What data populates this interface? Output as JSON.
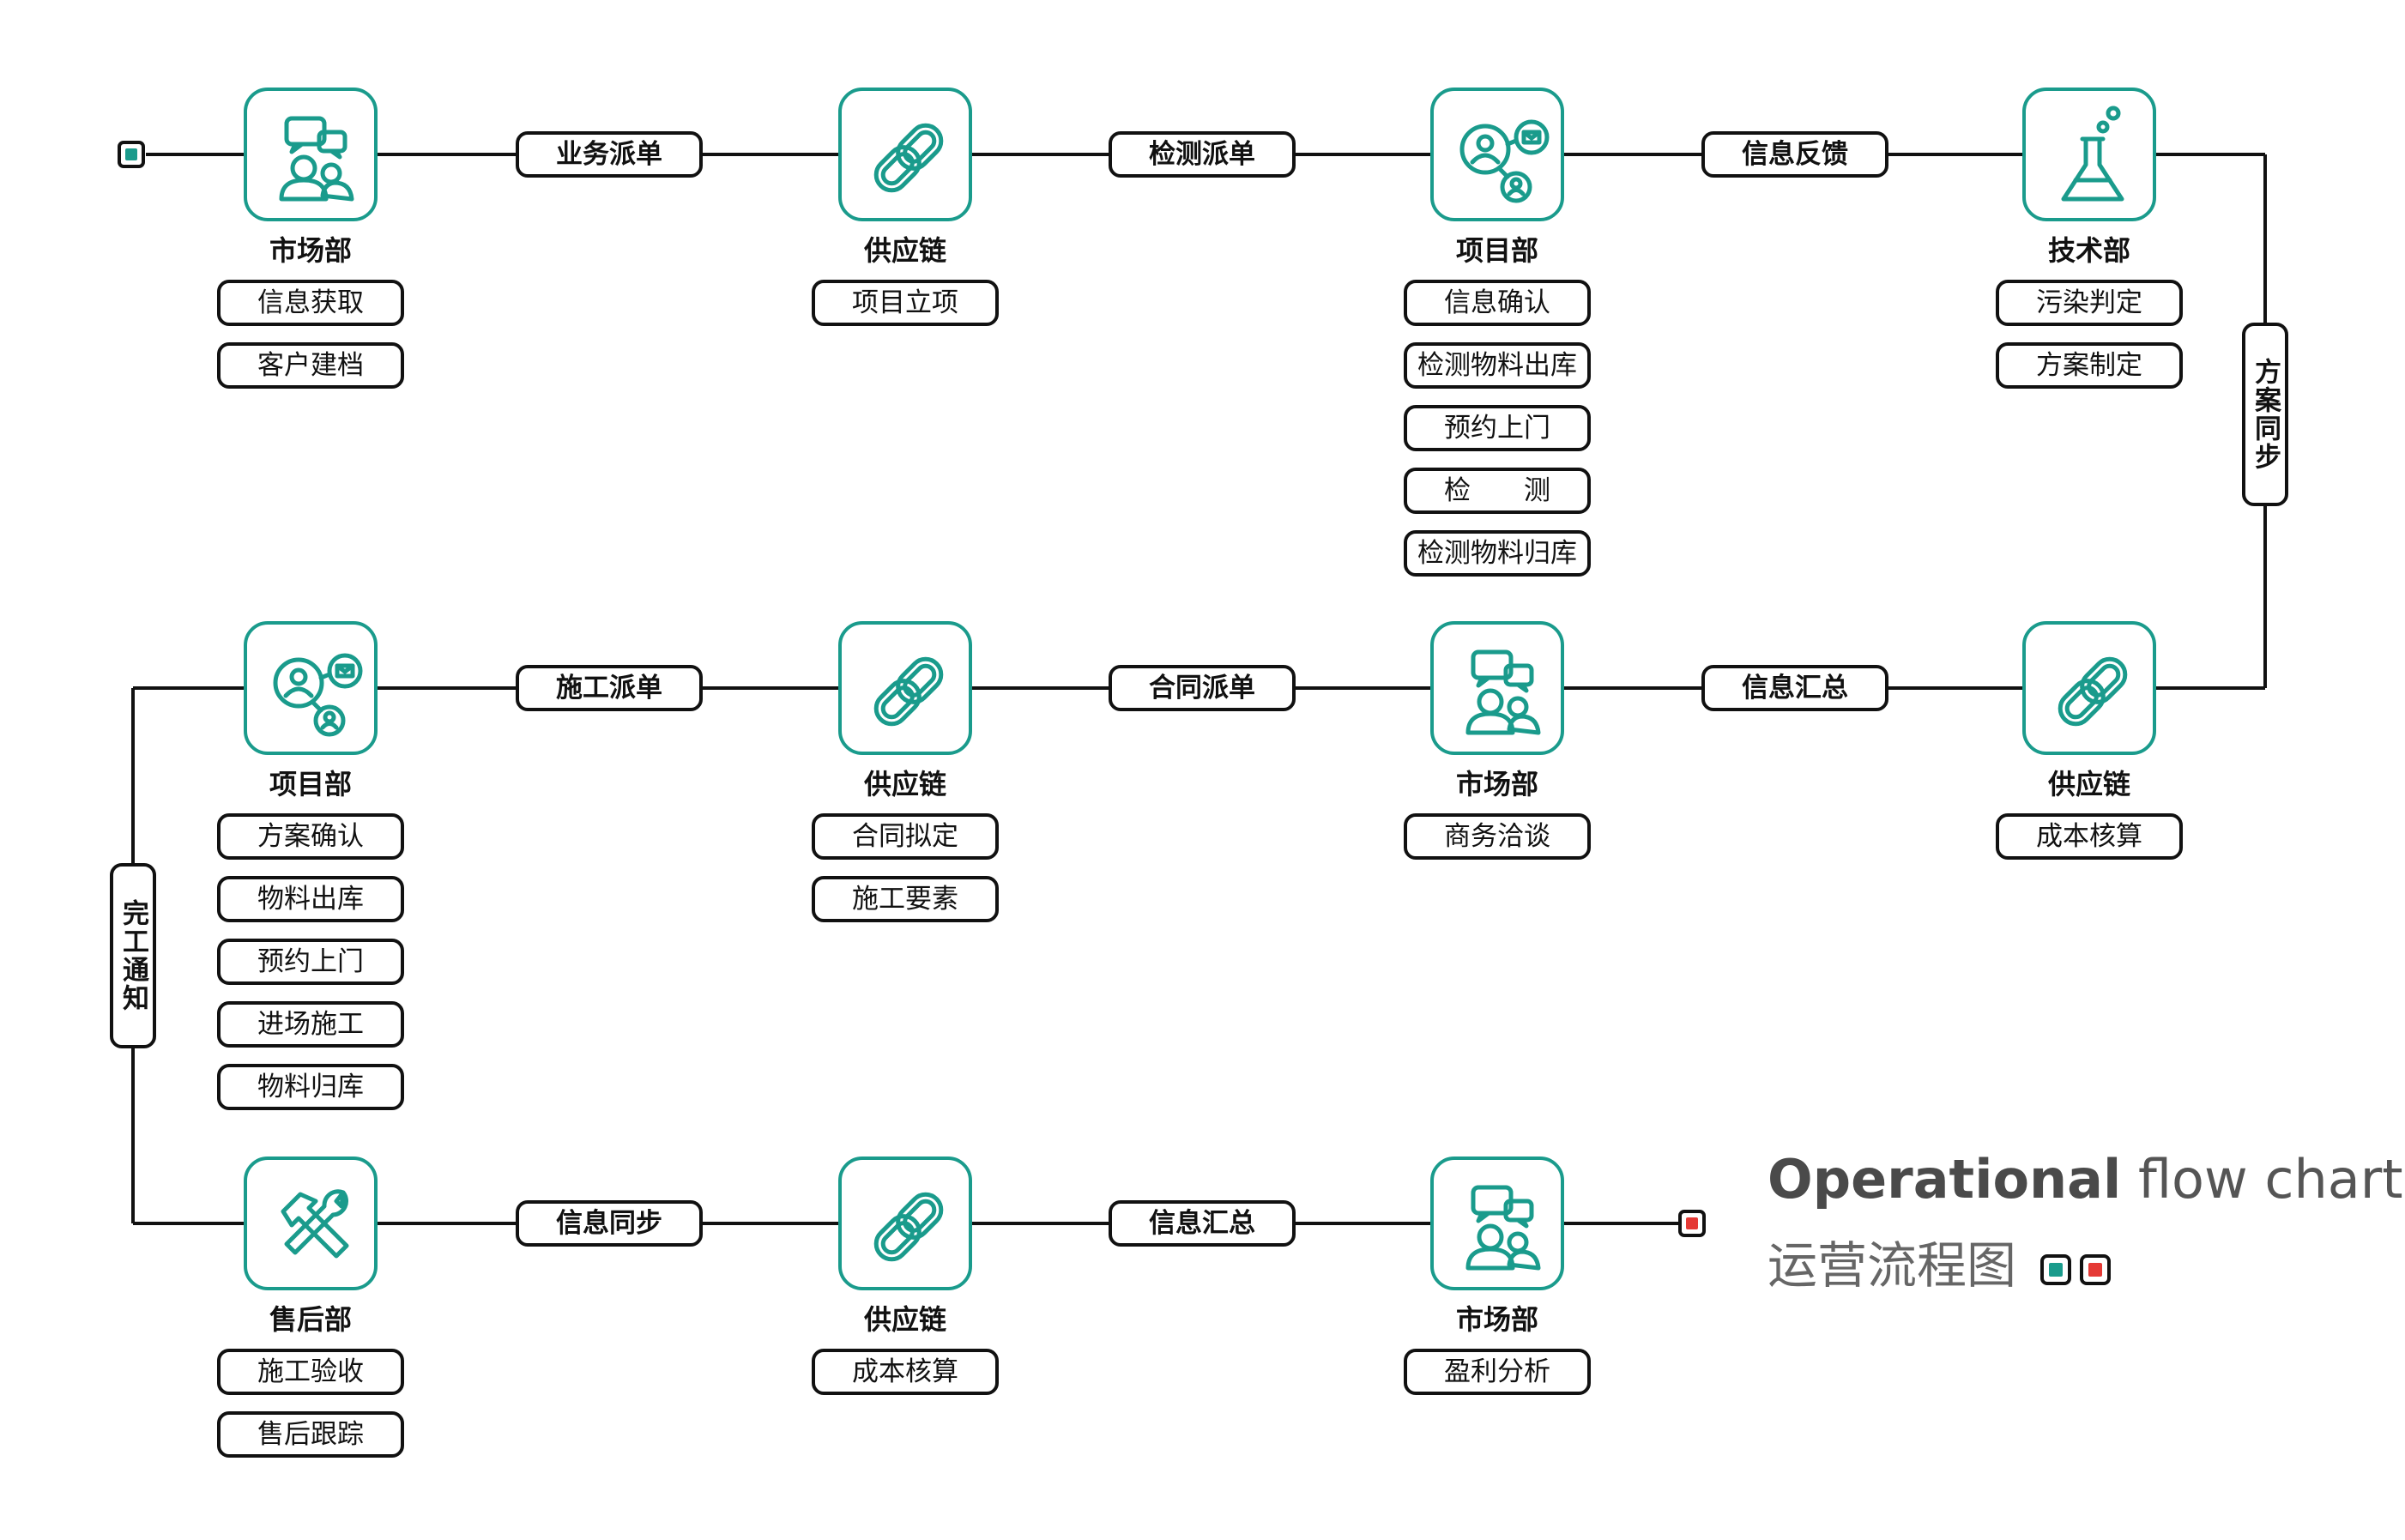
{
  "title": {
    "en_bold": "Operational",
    "en_light": " flow chart",
    "zh": "运营流程图"
  },
  "colors": {
    "accent": "#1a9b8c",
    "start": "#1a9b8c",
    "end": "#e53935",
    "line": "#111111"
  },
  "rows": [
    {
      "nodes": [
        {
          "icon": "chat-people-icon",
          "dept": "市场部",
          "tasks": [
            "信息获取",
            "客户建档"
          ]
        },
        {
          "icon": "chain-link-icon",
          "dept": "供应链",
          "tasks": [
            "项目立项"
          ]
        },
        {
          "icon": "network-people-icon",
          "dept": "项目部",
          "tasks": [
            "信息确认",
            "检测物料出库",
            "预约上门",
            "检　　测",
            "检测物料归库"
          ]
        },
        {
          "icon": "flask-icon",
          "dept": "技术部",
          "tasks": [
            "污染判定",
            "方案制定"
          ]
        }
      ],
      "connectors": [
        "业务派单",
        "检测派单",
        "信息反馈"
      ]
    },
    {
      "nodes": [
        {
          "icon": "network-people-icon",
          "dept": "项目部",
          "tasks": [
            "方案确认",
            "物料出库",
            "预约上门",
            "进场施工",
            "物料归库"
          ]
        },
        {
          "icon": "chain-link-icon",
          "dept": "供应链",
          "tasks": [
            "合同拟定",
            "施工要素"
          ]
        },
        {
          "icon": "chat-people-icon",
          "dept": "市场部",
          "tasks": [
            "商务洽谈"
          ]
        },
        {
          "icon": "chain-link-icon",
          "dept": "供应链",
          "tasks": [
            "成本核算"
          ]
        }
      ],
      "connectors": [
        "施工派单",
        "合同派单",
        "信息汇总"
      ]
    },
    {
      "nodes": [
        {
          "icon": "tools-icon",
          "dept": "售后部",
          "tasks": [
            "施工验收",
            "售后跟踪"
          ]
        },
        {
          "icon": "chain-link-icon",
          "dept": "供应链",
          "tasks": [
            "成本核算"
          ]
        },
        {
          "icon": "chat-people-icon",
          "dept": "市场部",
          "tasks": [
            "盈利分析"
          ]
        }
      ],
      "connectors": [
        "信息同步",
        "信息汇总"
      ]
    }
  ],
  "vertical_connectors": {
    "right": "方案同步",
    "left": "完工通知"
  }
}
